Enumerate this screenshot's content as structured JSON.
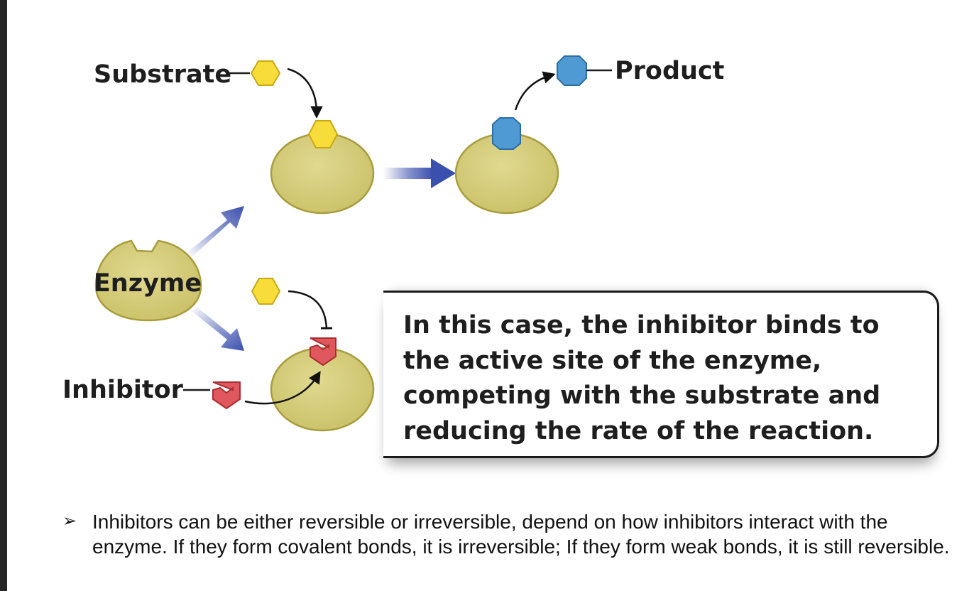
{
  "diagram": {
    "labels": {
      "substrate": "Substrate",
      "product": "Product",
      "enzyme": "Enzyme",
      "inhibitor": "Inhibitor"
    },
    "callout_text": "In this case, the inhibitor binds to the active site of the enzyme, competing with the substrate and reducing the rate of the reaction.",
    "colors": {
      "enzyme_fill": "#d3cb7a",
      "enzyme_stroke": "#a89c3c",
      "substrate_fill": "#f8dc3a",
      "product_fill": "#4f9ad2",
      "inhibitor_fill": "#e0585e",
      "arrow_blue": "#3b4fae"
    }
  },
  "notes": {
    "bullet_icon": "arrow-bullet-icon",
    "bullet_text": "Inhibitors can be either reversible or irreversible, depend on how inhibitors interact with the enzyme. If they form covalent bonds, it is irreversible; If they form weak bonds, it is still reversible."
  }
}
